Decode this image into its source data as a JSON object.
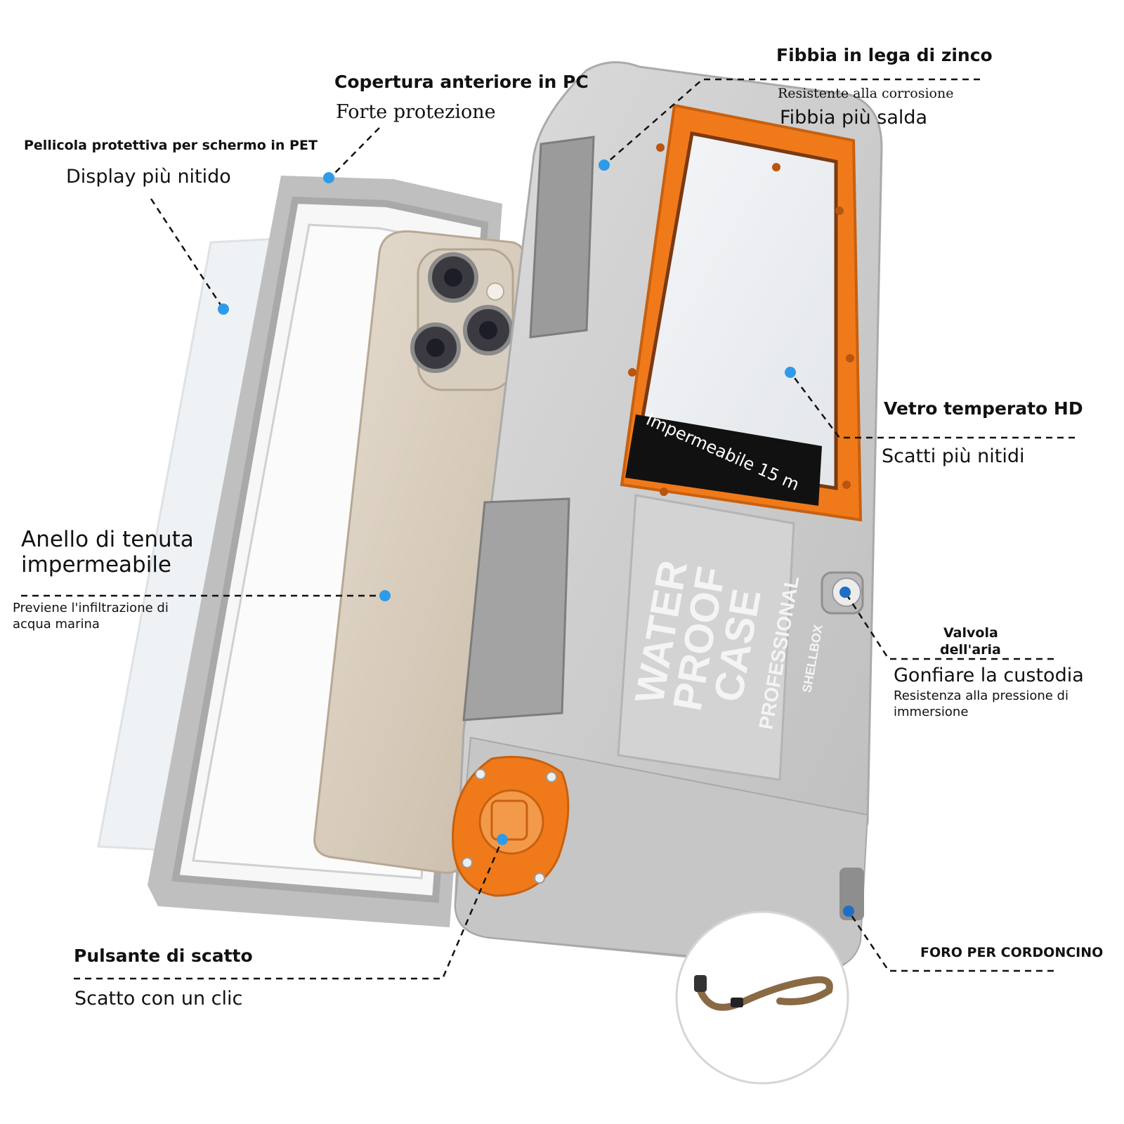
{
  "callouts": {
    "pet_film": {
      "title": "Pellicola protettiva per schermo in PET",
      "subtitle": "Display più nitido"
    },
    "front_cover": {
      "title": "Copertura anteriore in PC",
      "subtitle": "Forte protezione"
    },
    "zinc_buckle": {
      "title": "Fibbia in lega di zinco",
      "note": "Resistente alla corrosione",
      "subtitle": "Fibbia più salda"
    },
    "hd_glass": {
      "title": "Vetro temperato HD",
      "subtitle": "Scatti più nitidi"
    },
    "seal_ring": {
      "title_line1": "Anello di tenuta",
      "title_line2": "impermeabile",
      "desc_line1": "Previene l'infiltrazione di",
      "desc_line2": "acqua marina"
    },
    "air_valve": {
      "title_line1": "Valvola",
      "title_line2": "dell'aria",
      "subtitle": "Gonfiare la custodia",
      "desc_line1": "Resistenza alla pressione di",
      "desc_line2": "immersione"
    },
    "shutter": {
      "title": "Pulsante di scatto",
      "subtitle": "Scatto con un clic"
    },
    "lanyard": {
      "title": "FORO PER CORDONCINO"
    }
  },
  "product": {
    "depth_badge": "Impermeabile 15 m",
    "logo_line1": "WATER",
    "logo_line2": "PROOF",
    "logo_line3": "CASE",
    "logo_professional": "PROFESSIONAL",
    "logo_brand": "SHELLBOX"
  },
  "colors": {
    "accent_orange": "#f07a1a",
    "case_gray": "#c9c9c9",
    "dot_blue": "#2f9be8"
  }
}
